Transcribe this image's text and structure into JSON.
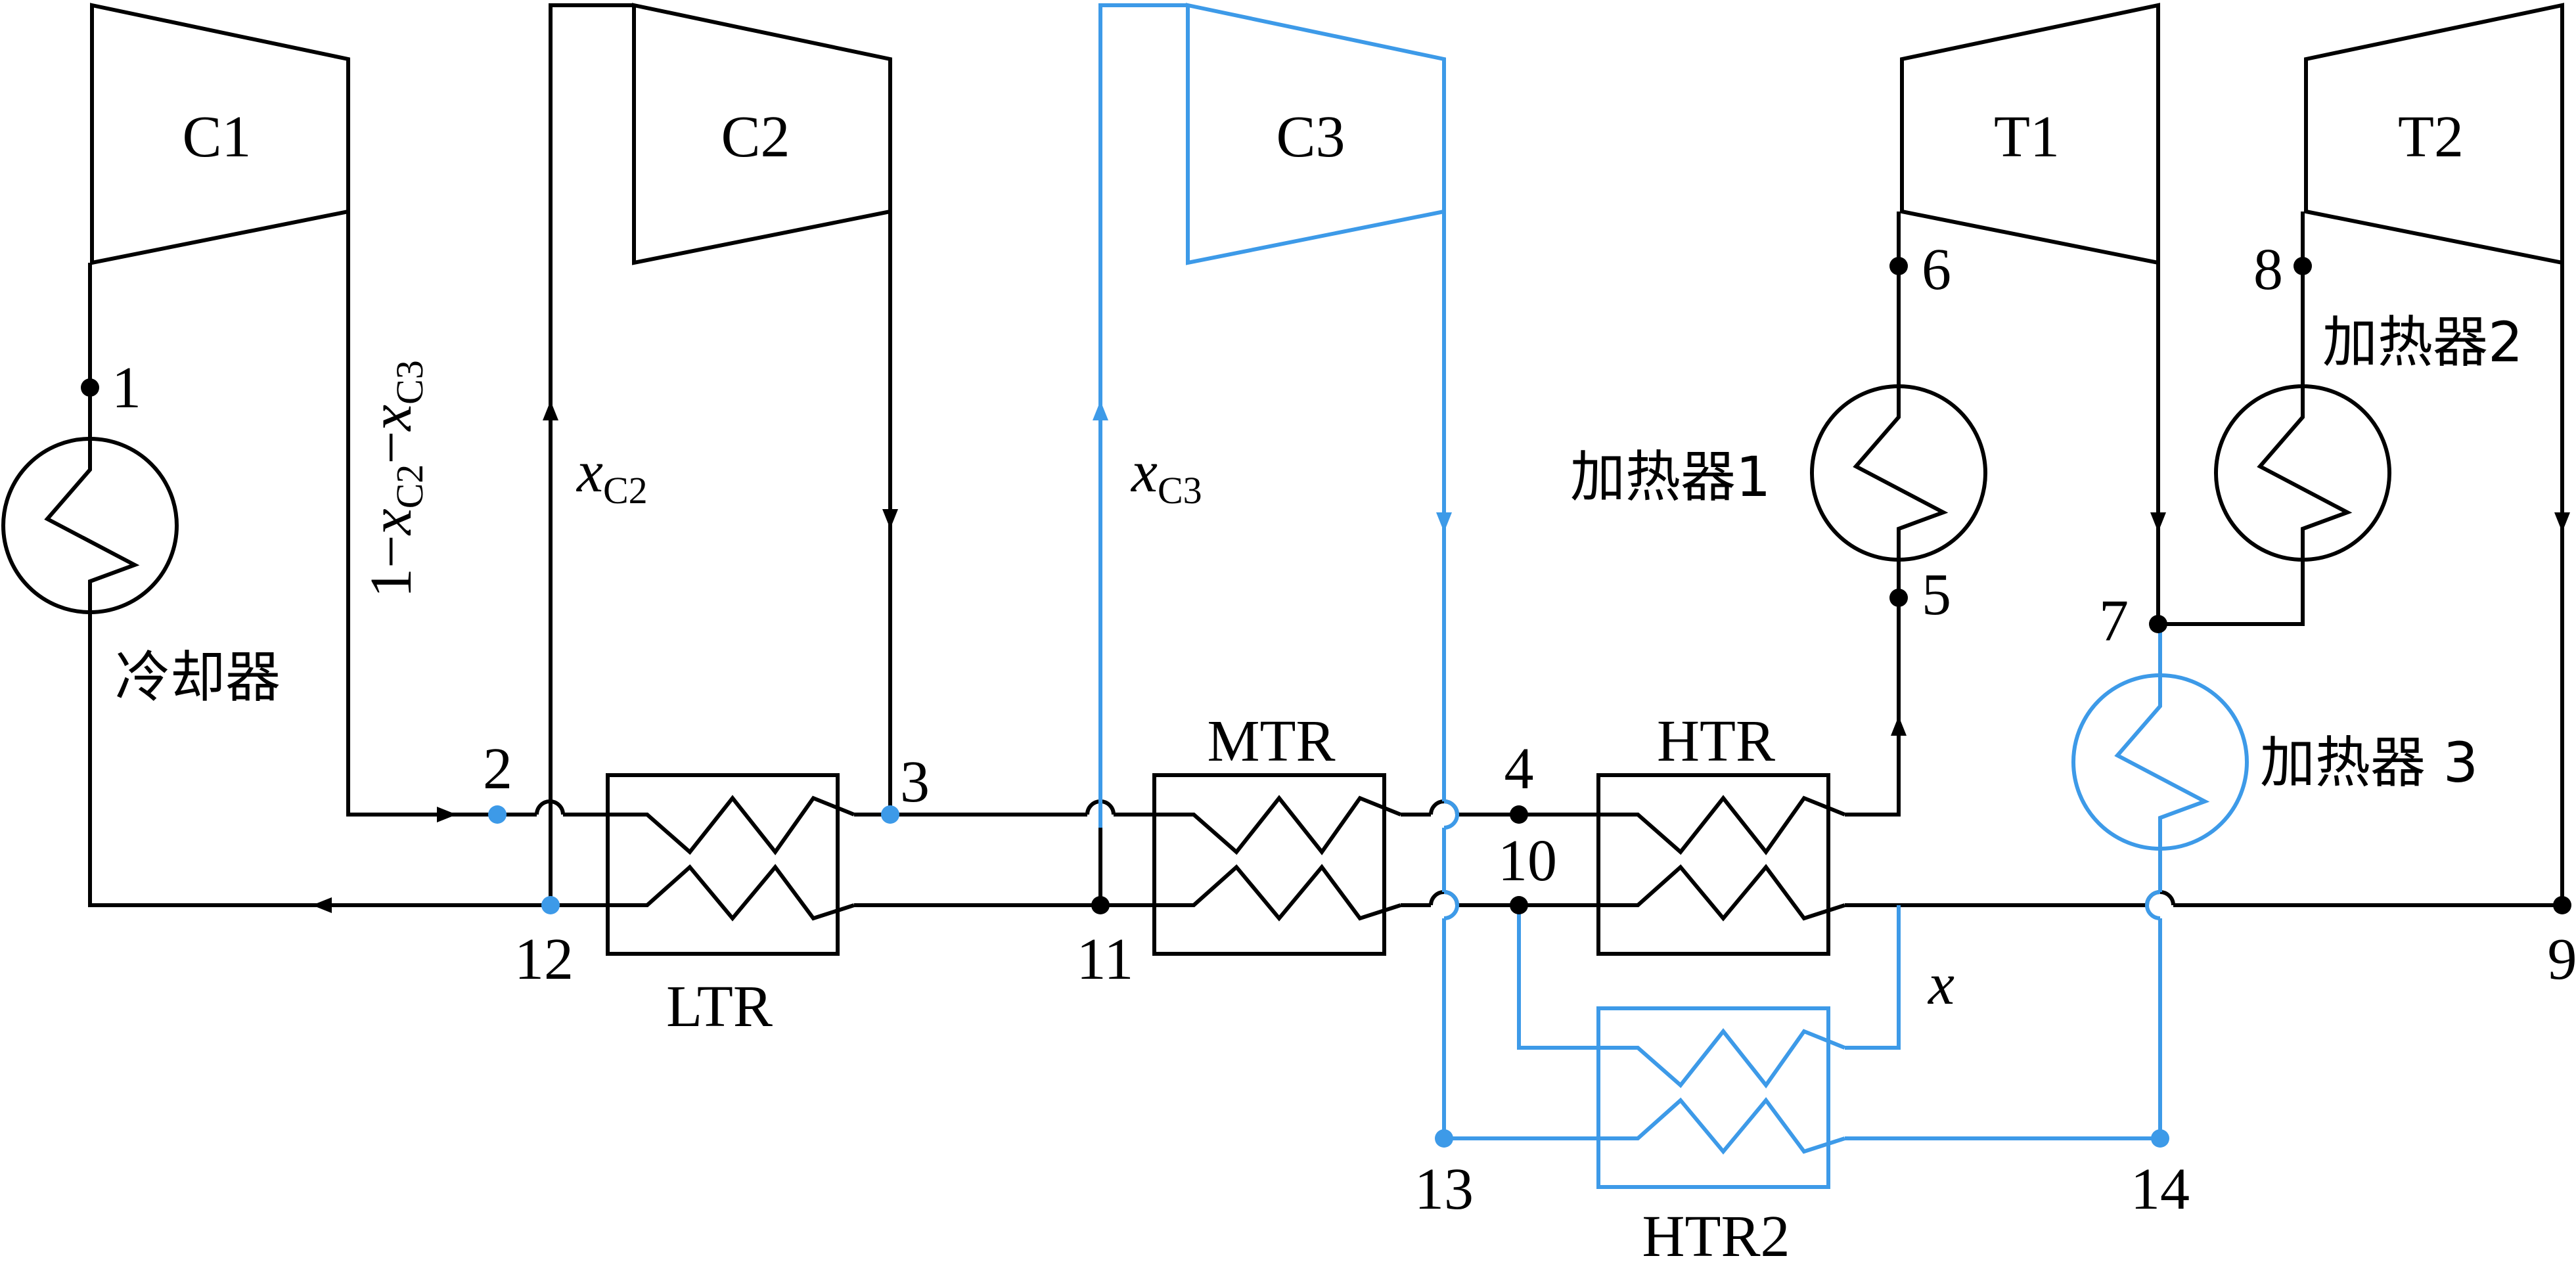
{
  "colors": {
    "line": "#000000",
    "highlight": "#3d9ae8",
    "background": "#ffffff"
  },
  "components": {
    "c1": "C1",
    "c2": "C2",
    "c3": "C3",
    "t1": "T1",
    "t2": "T2",
    "cooler": "冷却器",
    "heater1": "加热器1",
    "heater2": "加热器2",
    "heater3": "加热器 3",
    "ltr": "LTR",
    "mtr": "MTR",
    "htr": "HTR",
    "htr2": "HTR2"
  },
  "nodes": {
    "n1": "1",
    "n2": "2",
    "n3": "3",
    "n4": "4",
    "n5": "5",
    "n6": "6",
    "n7": "7",
    "n8": "8",
    "n9": "9",
    "n10": "10",
    "n11": "11",
    "n12": "12",
    "n13": "13",
    "n14": "14"
  },
  "flow_labels": {
    "split_main": {
      "prefix": "1−",
      "var1": "x",
      "sub1": "C2",
      "minus": "−",
      "var2": "x",
      "sub2": "C3"
    },
    "split_c2": {
      "var": "x",
      "sub": "C2"
    },
    "split_c3": {
      "var": "x",
      "sub": "C3"
    },
    "split_htr2": "x"
  }
}
